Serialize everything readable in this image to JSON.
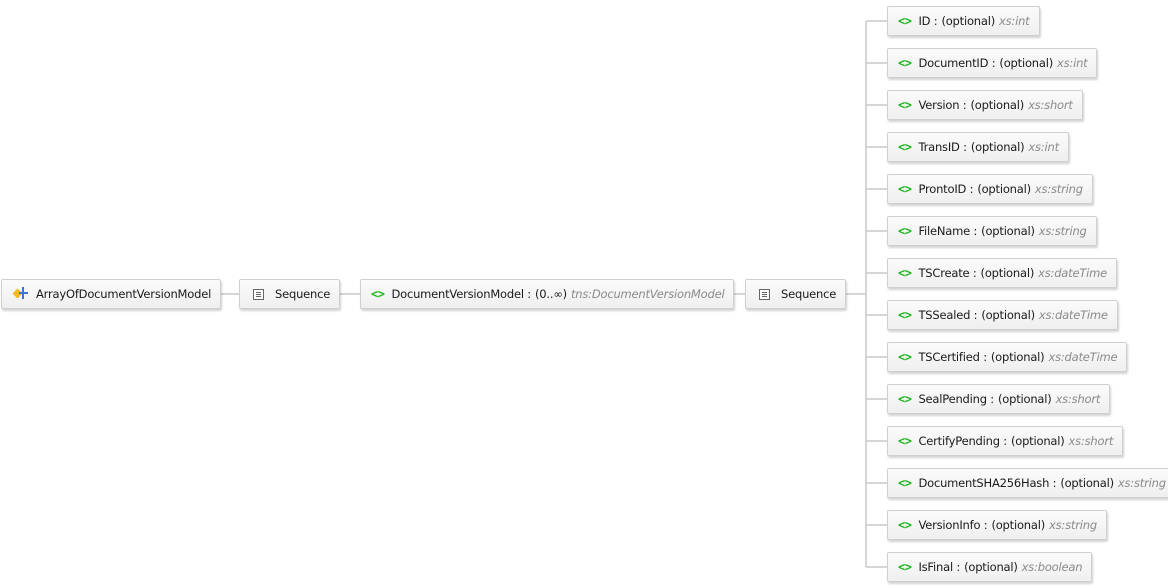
{
  "root": {
    "label": "ArrayOfDocumentVersionModel",
    "icon": "complex-type-icon"
  },
  "sequence_outer": {
    "label": "Sequence",
    "icon": "sequence-icon"
  },
  "document_version_model": {
    "name": "DocumentVersionModel :",
    "occurs": "(0..∞)",
    "type": "tns:DocumentVersionModel",
    "icon": "element-icon"
  },
  "sequence_inner": {
    "label": "Sequence",
    "icon": "sequence-icon"
  },
  "element_marker": "<>",
  "element_color": "#18b518",
  "fields": [
    {
      "name": "ID :",
      "occurs": "(optional)",
      "type": "xs:int"
    },
    {
      "name": "DocumentID :",
      "occurs": "(optional)",
      "type": "xs:int"
    },
    {
      "name": "Version :",
      "occurs": "(optional)",
      "type": "xs:short"
    },
    {
      "name": "TransID :",
      "occurs": "(optional)",
      "type": "xs:int"
    },
    {
      "name": "ProntoID :",
      "occurs": "(optional)",
      "type": "xs:string"
    },
    {
      "name": "FileName :",
      "occurs": "(optional)",
      "type": "xs:string"
    },
    {
      "name": "TSCreate :",
      "occurs": "(optional)",
      "type": "xs:dateTime"
    },
    {
      "name": "TSSealed :",
      "occurs": "(optional)",
      "type": "xs:dateTime"
    },
    {
      "name": "TSCertified :",
      "occurs": "(optional)",
      "type": "xs:dateTime"
    },
    {
      "name": "SealPending :",
      "occurs": "(optional)",
      "type": "xs:short"
    },
    {
      "name": "CertifyPending :",
      "occurs": "(optional)",
      "type": "xs:short"
    },
    {
      "name": "DocumentSHA256Hash :",
      "occurs": "(optional)",
      "type": "xs:string"
    },
    {
      "name": "VersionInfo :",
      "occurs": "(optional)",
      "type": "xs:string"
    },
    {
      "name": "IsFinal :",
      "occurs": "(optional)",
      "type": "xs:boolean"
    }
  ]
}
